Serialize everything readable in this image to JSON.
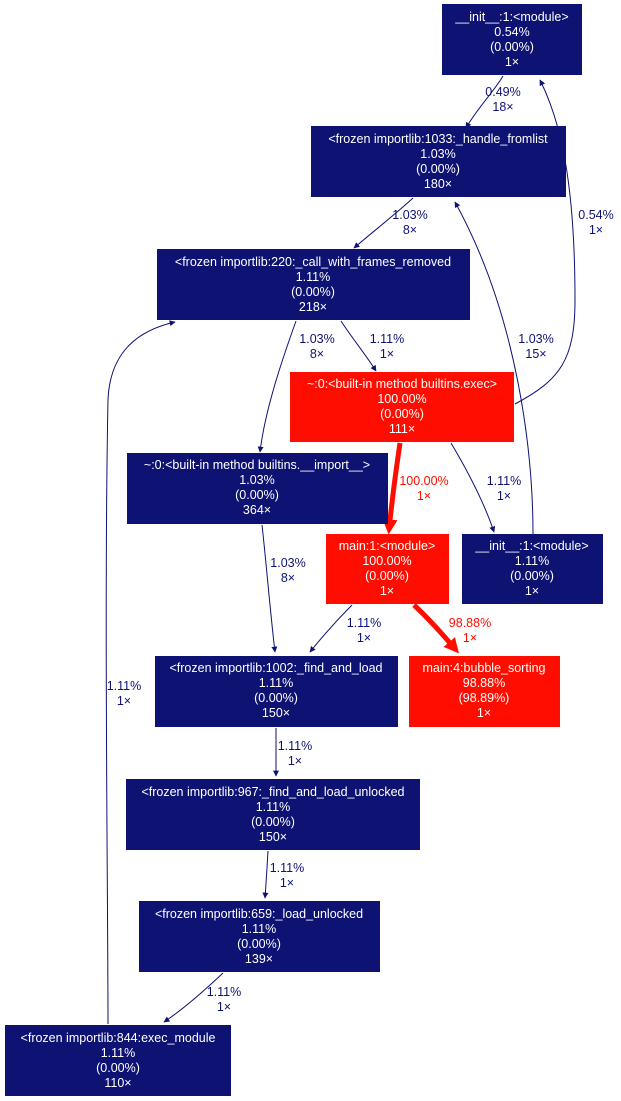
{
  "colors": {
    "cold": "#0d1273",
    "hot": "#ff0d00",
    "text_on_node": "#ffffff",
    "edge_cold": "#0d1273",
    "edge_hot": "#ff0d00"
  },
  "nodes": {
    "init_top": {
      "lines": [
        "__init__:1:<module>",
        "0.54%",
        "(0.00%)",
        "1×"
      ],
      "hot": false
    },
    "fromlist": {
      "lines": [
        "<frozen importlib:1033:_handle_fromlist",
        "1.03%",
        "(0.00%)",
        "180×"
      ],
      "hot": false
    },
    "call_frames": {
      "lines": [
        "<frozen importlib:220:_call_with_frames_removed",
        "1.11%",
        "(0.00%)",
        "218×"
      ],
      "hot": false
    },
    "exec": {
      "lines": [
        "~:0:<built-in method builtins.exec>",
        "100.00%",
        "(0.00%)",
        "111×"
      ],
      "hot": true
    },
    "import": {
      "lines": [
        "~:0:<built-in method builtins.__import__>",
        "1.03%",
        "(0.00%)",
        "364×"
      ],
      "hot": false
    },
    "main": {
      "lines": [
        "main:1:<module>",
        "100.00%",
        "(0.00%)",
        "1×"
      ],
      "hot": true
    },
    "init_mid": {
      "lines": [
        "__init__:1:<module>",
        "1.11%",
        "(0.00%)",
        "1×"
      ],
      "hot": false
    },
    "find_load": {
      "lines": [
        "<frozen importlib:1002:_find_and_load",
        "1.11%",
        "(0.00%)",
        "150×"
      ],
      "hot": false
    },
    "bubble": {
      "lines": [
        "main:4:bubble_sorting",
        "98.88%",
        "(98.89%)",
        "1×"
      ],
      "hot": true
    },
    "find_load_u": {
      "lines": [
        "<frozen importlib:967:_find_and_load_unlocked",
        "1.11%",
        "(0.00%)",
        "150×"
      ],
      "hot": false
    },
    "load_u": {
      "lines": [
        "<frozen importlib:659:_load_unlocked",
        "1.11%",
        "(0.00%)",
        "139×"
      ],
      "hot": false
    },
    "exec_module": {
      "lines": [
        "<frozen importlib:844:exec_module",
        "1.11%",
        "(0.00%)",
        "110×"
      ],
      "hot": false
    }
  },
  "edges": {
    "e_init_fromlist": {
      "from": "init_top",
      "to": "fromlist",
      "pct": "0.49%",
      "calls": "18×",
      "hot": false
    },
    "e_fromlist_call": {
      "from": "fromlist",
      "to": "call_frames",
      "pct": "1.03%",
      "calls": "8×",
      "hot": false
    },
    "e_exec_inittop": {
      "from": "exec",
      "to": "init_top",
      "pct": "0.54%",
      "calls": "1×",
      "hot": false
    },
    "e_initmid_fromlist": {
      "from": "init_mid",
      "to": "fromlist",
      "pct": "1.03%",
      "calls": "15×",
      "hot": false
    },
    "e_call_import": {
      "from": "call_frames",
      "to": "import",
      "pct": "1.03%",
      "calls": "8×",
      "hot": false
    },
    "e_call_exec": {
      "from": "call_frames",
      "to": "exec",
      "pct": "1.11%",
      "calls": "1×",
      "hot": false
    },
    "e_exec_main": {
      "from": "exec",
      "to": "main",
      "pct": "100.00%",
      "calls": "1×",
      "hot": true
    },
    "e_exec_initmid": {
      "from": "exec",
      "to": "init_mid",
      "pct": "1.11%",
      "calls": "1×",
      "hot": false
    },
    "e_import_find": {
      "from": "import",
      "to": "find_load",
      "pct": "1.03%",
      "calls": "8×",
      "hot": false
    },
    "e_main_find": {
      "from": "main",
      "to": "find_load",
      "pct": "1.11%",
      "calls": "1×",
      "hot": false
    },
    "e_main_bubble": {
      "from": "main",
      "to": "bubble",
      "pct": "98.88%",
      "calls": "1×",
      "hot": true
    },
    "e_find_findu": {
      "from": "find_load",
      "to": "find_load_u",
      "pct": "1.11%",
      "calls": "1×",
      "hot": false
    },
    "e_findu_loadu": {
      "from": "find_load_u",
      "to": "load_u",
      "pct": "1.11%",
      "calls": "1×",
      "hot": false
    },
    "e_loadu_execmod": {
      "from": "load_u",
      "to": "exec_module",
      "pct": "1.11%",
      "calls": "1×",
      "hot": false
    },
    "e_execmod_call": {
      "from": "exec_module",
      "to": "call_frames",
      "pct": "1.11%",
      "calls": "1×",
      "hot": false
    }
  }
}
